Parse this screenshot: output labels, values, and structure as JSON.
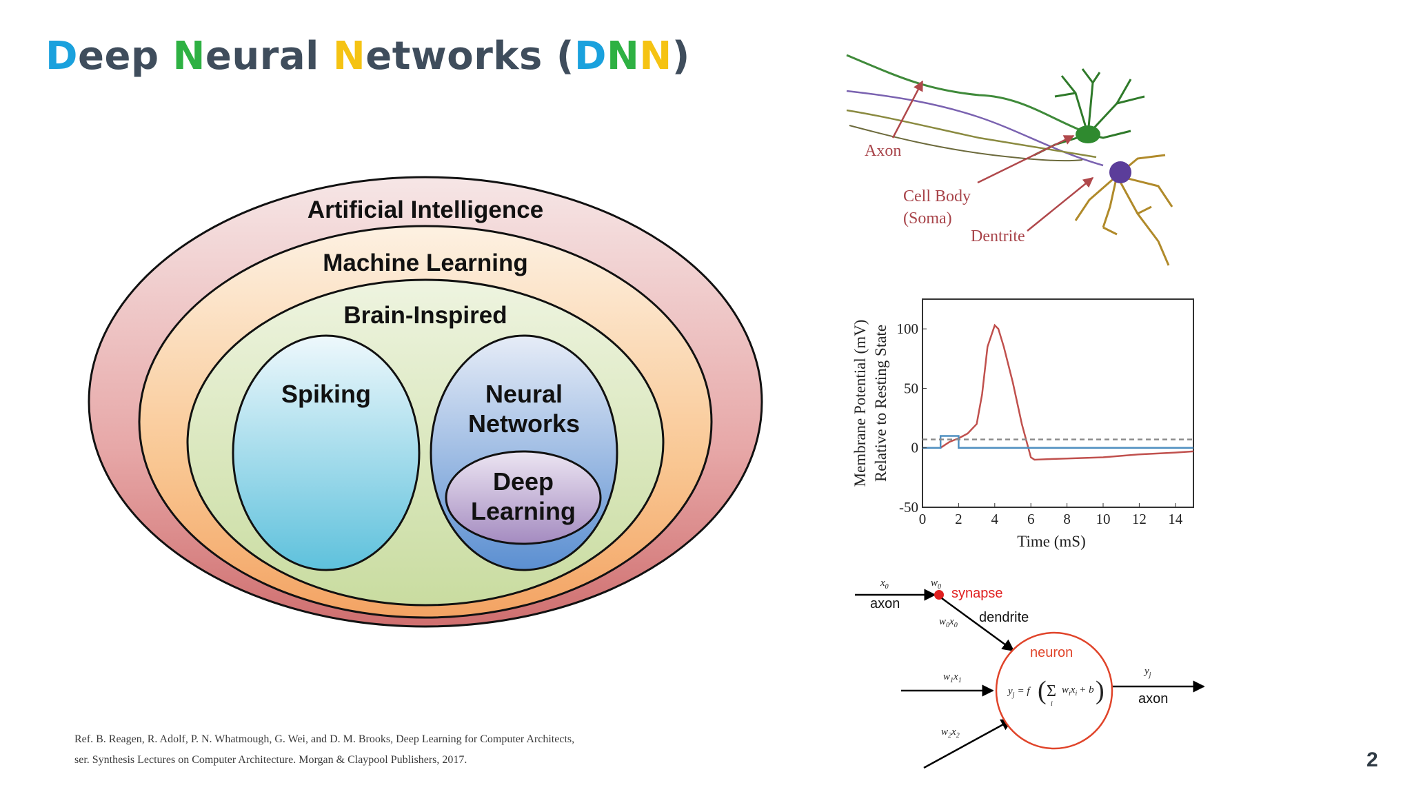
{
  "title": {
    "letter_d": "D",
    "word_eep": "eep ",
    "letter_n1": "N",
    "word_eural": "eural ",
    "letter_n2": "N",
    "word_etworks": "etworks (",
    "acr_d": "D",
    "acr_n1": "N",
    "acr_n2": "N",
    "close": ")"
  },
  "venn": {
    "ai": "Artificial Intelligence",
    "ml": "Machine Learning",
    "brain": "Brain-Inspired",
    "spiking": "Spiking",
    "nn_line1": "Neural",
    "nn_line2": "Networks",
    "dl_line1": "Deep",
    "dl_line2": "Learning"
  },
  "neuron_image": {
    "axon": "Axon",
    "cell_body_1": "Cell Body",
    "cell_body_2": "(Soma)",
    "dendrite": "Dentrite"
  },
  "chart_data": {
    "type": "line",
    "ylabel_1": "Membrane Potential (mV)",
    "ylabel_2": "Relative to Resting State",
    "xlabel": "Time (mS)",
    "xlim": [
      0,
      15
    ],
    "ylim": [
      -50,
      125
    ],
    "xticks": [
      "0",
      "2",
      "4",
      "6",
      "8",
      "10",
      "12",
      "14"
    ],
    "yticks": [
      "100",
      "50",
      "0",
      "-50"
    ],
    "series": [
      {
        "color": "#c0504d",
        "x": [
          0,
          1,
          1.5,
          2,
          2.5,
          3,
          3.3,
          3.6,
          4,
          4.2,
          4.5,
          5,
          5.5,
          6,
          6.2,
          7,
          8,
          10,
          12,
          14,
          15
        ],
        "y": [
          0,
          0,
          5,
          8,
          12,
          20,
          45,
          85,
          103,
          100,
          85,
          55,
          20,
          -8,
          -10,
          -9.5,
          -9,
          -8,
          -5.5,
          -4,
          -3
        ]
      },
      {
        "color": "#4f8fc0",
        "x": [
          0,
          1,
          1,
          2,
          2,
          15
        ],
        "y": [
          0,
          0,
          10,
          10,
          0,
          0
        ]
      },
      {
        "color": "#8c8c8c",
        "dashed": true,
        "x": [
          0,
          15
        ],
        "y": [
          7,
          7
        ]
      }
    ]
  },
  "neuron_model": {
    "x0": "x",
    "x0_sub": "0",
    "w0": "w",
    "w0_sub": "0",
    "axon_in": "axon",
    "synapse": "synapse",
    "dendrite": "dendrite",
    "w0x0": "w",
    "w0x0_sub": "0",
    "w0x0_x": "x",
    "w0x0_x_sub": "0",
    "neuron": "neuron",
    "w1x1": "w",
    "w1x1_sub": "1",
    "w1x1_x": "x",
    "w1x1_x_sub": "1",
    "w2x2": "w",
    "w2x2_sub": "2",
    "w2x2_x": "x",
    "w2x2_x_sub": "2",
    "formula_lhs": "y",
    "formula_lhs_sub": "j",
    "formula_eq": "= f",
    "formula_sum": "Σ",
    "formula_idx": "i",
    "formula_body": "w",
    "formula_body_sub": "i",
    "formula_body_x": "x",
    "formula_body_x_sub": "i",
    "formula_plus_b": "+ b",
    "yj": "y",
    "yj_sub": "j",
    "axon_out": "axon"
  },
  "reference": {
    "line1": "Ref. B. Reagen, R. Adolf, P. N. Whatmough, G. Wei, and D. M. Brooks, Deep Learning for Computer Architects,",
    "line2": "ser. Synthesis Lectures on Computer Architecture. Morgan & Claypool Publishers, 2017."
  },
  "page_number": "2"
}
